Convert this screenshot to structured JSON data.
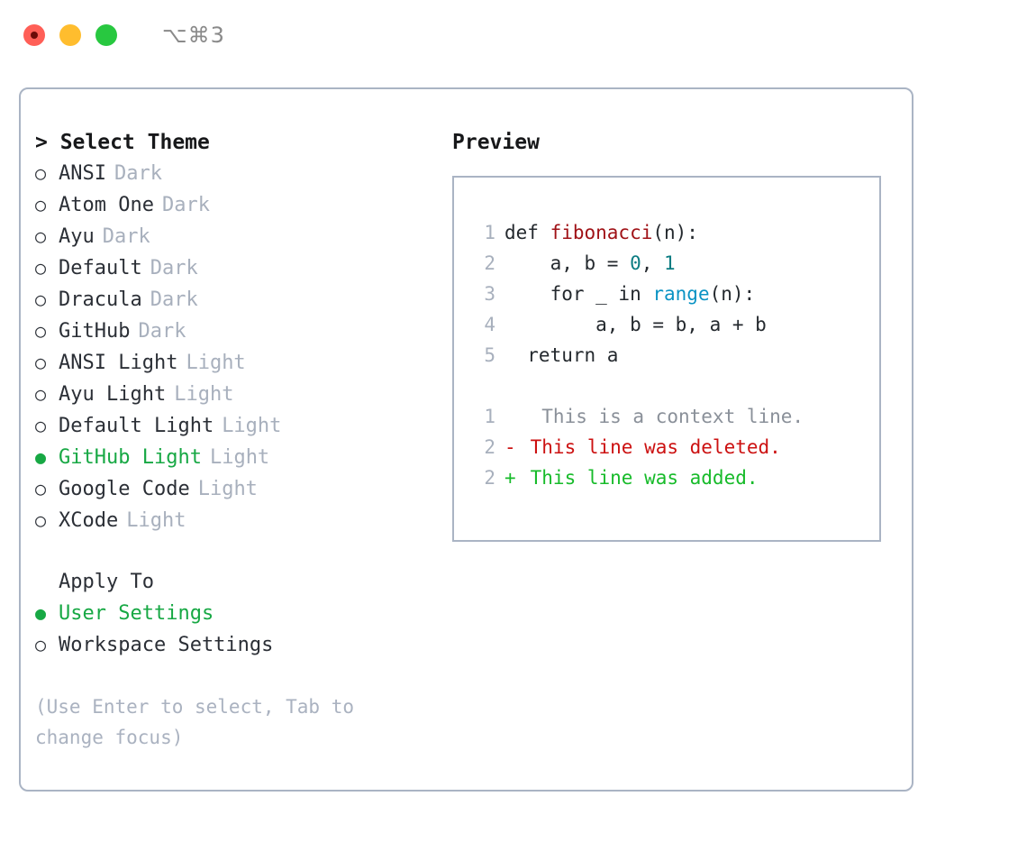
{
  "titlebar": {
    "shortcut": "⌥⌘3",
    "lights": [
      {
        "name": "close",
        "color": "#ff5f57"
      },
      {
        "name": "minimize",
        "color": "#ffbd2e"
      },
      {
        "name": "maximize",
        "color": "#28c840"
      }
    ]
  },
  "theme_selector": {
    "header": "> Select Theme",
    "selected_bullet": "●",
    "unselected_bullet": "○",
    "accent_color": "#17a844",
    "items": [
      {
        "name": "ANSI",
        "kind": "Dark",
        "selected": false
      },
      {
        "name": "Atom One",
        "kind": "Dark",
        "selected": false
      },
      {
        "name": "Ayu",
        "kind": "Dark",
        "selected": false
      },
      {
        "name": "Default",
        "kind": "Dark",
        "selected": false
      },
      {
        "name": "Dracula",
        "kind": "Dark",
        "selected": false
      },
      {
        "name": "GitHub",
        "kind": "Dark",
        "selected": false
      },
      {
        "name": "ANSI Light",
        "kind": "Light",
        "selected": false
      },
      {
        "name": "Ayu Light",
        "kind": "Light",
        "selected": false
      },
      {
        "name": "Default Light",
        "kind": "Light",
        "selected": false
      },
      {
        "name": "GitHub Light",
        "kind": "Light",
        "selected": true
      },
      {
        "name": "Google Code",
        "kind": "Light",
        "selected": false
      },
      {
        "name": "XCode",
        "kind": "Light",
        "selected": false
      }
    ]
  },
  "apply_to": {
    "header": "Apply To",
    "options": [
      {
        "label": "User Settings",
        "selected": true
      },
      {
        "label": "Workspace Settings",
        "selected": false
      }
    ]
  },
  "hint": "(Use Enter to select, Tab to change focus)",
  "preview": {
    "header": "Preview",
    "code_lines": [
      {
        "no": "1",
        "tokens": [
          {
            "t": "def ",
            "c": "plain"
          },
          {
            "t": "fibonacci",
            "c": "fn"
          },
          {
            "t": "(n):",
            "c": "plain"
          }
        ]
      },
      {
        "no": "2",
        "tokens": [
          {
            "t": "    a, b = ",
            "c": "plain"
          },
          {
            "t": "0",
            "c": "num"
          },
          {
            "t": ", ",
            "c": "plain"
          },
          {
            "t": "1",
            "c": "num"
          }
        ]
      },
      {
        "no": "3",
        "tokens": [
          {
            "t": "    for _ in ",
            "c": "plain"
          },
          {
            "t": "range",
            "c": "call"
          },
          {
            "t": "(n):",
            "c": "plain"
          }
        ]
      },
      {
        "no": "4",
        "tokens": [
          {
            "t": "        a, b = b, a + b",
            "c": "plain"
          }
        ]
      },
      {
        "no": "5",
        "tokens": [
          {
            "t": "  return a",
            "c": "plain"
          }
        ]
      }
    ],
    "diff_lines": [
      {
        "no": "1",
        "marker": " ",
        "text": "  This is a context line.",
        "kind": "context"
      },
      {
        "no": "2",
        "marker": "-",
        "text": " This line was deleted.",
        "kind": "del"
      },
      {
        "no": "2",
        "marker": "+",
        "text": " This line was added.",
        "kind": "add"
      }
    ]
  }
}
